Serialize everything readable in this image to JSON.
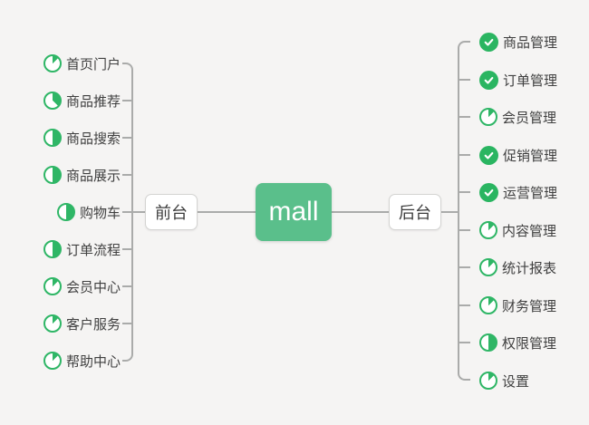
{
  "app": {
    "background_color": "#f5f4f3",
    "line_color": "#aaabaa"
  },
  "root_node": {
    "label": "mall",
    "fill_color": "#5abf8b",
    "text_color": "#ffffff"
  },
  "markers": {
    "pie_icon_name": "progress-pie-icon",
    "check_icon_name": "task-done-icon",
    "pie_color": "#2fb666",
    "check_color": "#2ab561"
  },
  "branches": {
    "left": {
      "label": "前台",
      "items": [
        {
          "label": "首页门户",
          "marker": "pie",
          "progress": 0.125
        },
        {
          "label": "商品推荐",
          "marker": "pie",
          "progress": 0.375
        },
        {
          "label": "商品搜索",
          "marker": "pie",
          "progress": 0.5
        },
        {
          "label": "商品展示",
          "marker": "pie",
          "progress": 0.5
        },
        {
          "label": "购物车",
          "marker": "pie",
          "progress": 0.5
        },
        {
          "label": "订单流程",
          "marker": "pie",
          "progress": 0.5
        },
        {
          "label": "会员中心",
          "marker": "pie",
          "progress": 0.125
        },
        {
          "label": "客户服务",
          "marker": "pie",
          "progress": 0.125
        },
        {
          "label": "帮助中心",
          "marker": "pie",
          "progress": 0.125
        }
      ]
    },
    "right": {
      "label": "后台",
      "items": [
        {
          "label": "商品管理",
          "marker": "check",
          "progress": 1
        },
        {
          "label": "订单管理",
          "marker": "check",
          "progress": 1
        },
        {
          "label": "会员管理",
          "marker": "pie",
          "progress": 0.125
        },
        {
          "label": "促销管理",
          "marker": "check",
          "progress": 1
        },
        {
          "label": "运营管理",
          "marker": "check",
          "progress": 1
        },
        {
          "label": "内容管理",
          "marker": "pie",
          "progress": 0.125
        },
        {
          "label": "统计报表",
          "marker": "pie",
          "progress": 0.125
        },
        {
          "label": "财务管理",
          "marker": "pie",
          "progress": 0.125
        },
        {
          "label": "权限管理",
          "marker": "pie",
          "progress": 0.5
        },
        {
          "label": "设置",
          "marker": "pie",
          "progress": 0.125
        }
      ]
    }
  }
}
